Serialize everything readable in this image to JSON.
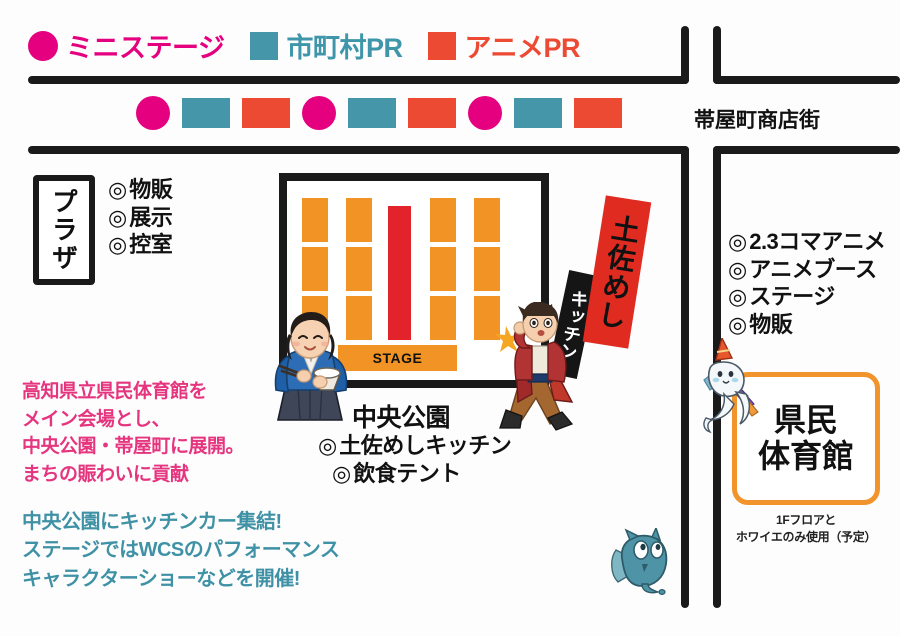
{
  "legend": {
    "items": [
      {
        "icon": "pink-circle-swatch",
        "shape": "circle",
        "color": "#E5007F",
        "label": "ミニステージ"
      },
      {
        "icon": "teal-square-swatch",
        "shape": "square",
        "color": "#4596A8",
        "label": "市町村PR"
      },
      {
        "icon": "red-square-swatch",
        "shape": "square",
        "color": "#EC4A33",
        "label": "アニメPR"
      }
    ]
  },
  "shotengai": {
    "label": "帯屋町商店街",
    "tiles": [
      "circle",
      "teal",
      "red",
      "circle",
      "teal",
      "red",
      "circle",
      "teal",
      "red"
    ]
  },
  "plaza": {
    "box_label": "プラザ",
    "items": [
      {
        "bullet": "◎",
        "label": "物販"
      },
      {
        "bullet": "◎",
        "label": "展示"
      },
      {
        "bullet": "◎",
        "label": "控室"
      }
    ]
  },
  "park": {
    "title": "中央公園",
    "stage_label": "STAGE",
    "items": [
      {
        "bullet": "◎",
        "label": "土佐めしキッチン"
      },
      {
        "bullet": "◎",
        "label": "飲食テント"
      }
    ],
    "booth_color": "#F29325",
    "center_booth_color": "#E2232C"
  },
  "banners": {
    "tosa_meshi": "土佐めし",
    "kitchen": "キッチン"
  },
  "kenmin": {
    "items": [
      {
        "bullet": "◎",
        "label": "2.3コマアニメ"
      },
      {
        "bullet": "◎",
        "label": "アニメブース"
      },
      {
        "bullet": "◎",
        "label": "ステージ"
      },
      {
        "bullet": "◎",
        "label": "物販"
      }
    ],
    "box_line1": "県民",
    "box_line2": "体育館",
    "caption_line1": "1Fフロアと",
    "caption_line2": "ホワイエのみ使用（予定）",
    "box_border_color": "#F1942B"
  },
  "blurbs": {
    "pink": {
      "color": "#E5357F",
      "lines": [
        "高知県立県民体育館を",
        "メイン会場とし、",
        "中央公園・帯屋町に展開。",
        "まちの賑わいに貢献"
      ]
    },
    "teal": {
      "color": "#3F91A5",
      "lines": [
        "中央公園にキッチンカー集結!",
        "ステージではWCSのパフォーマンス",
        "キャラクターショーなどを開催!"
      ]
    }
  },
  "characters": [
    {
      "name": "kimono-woman-eating-rice"
    },
    {
      "name": "red-coat-man"
    },
    {
      "name": "white-mascot-with-hat"
    },
    {
      "name": "blue-blob-mascot"
    }
  ]
}
